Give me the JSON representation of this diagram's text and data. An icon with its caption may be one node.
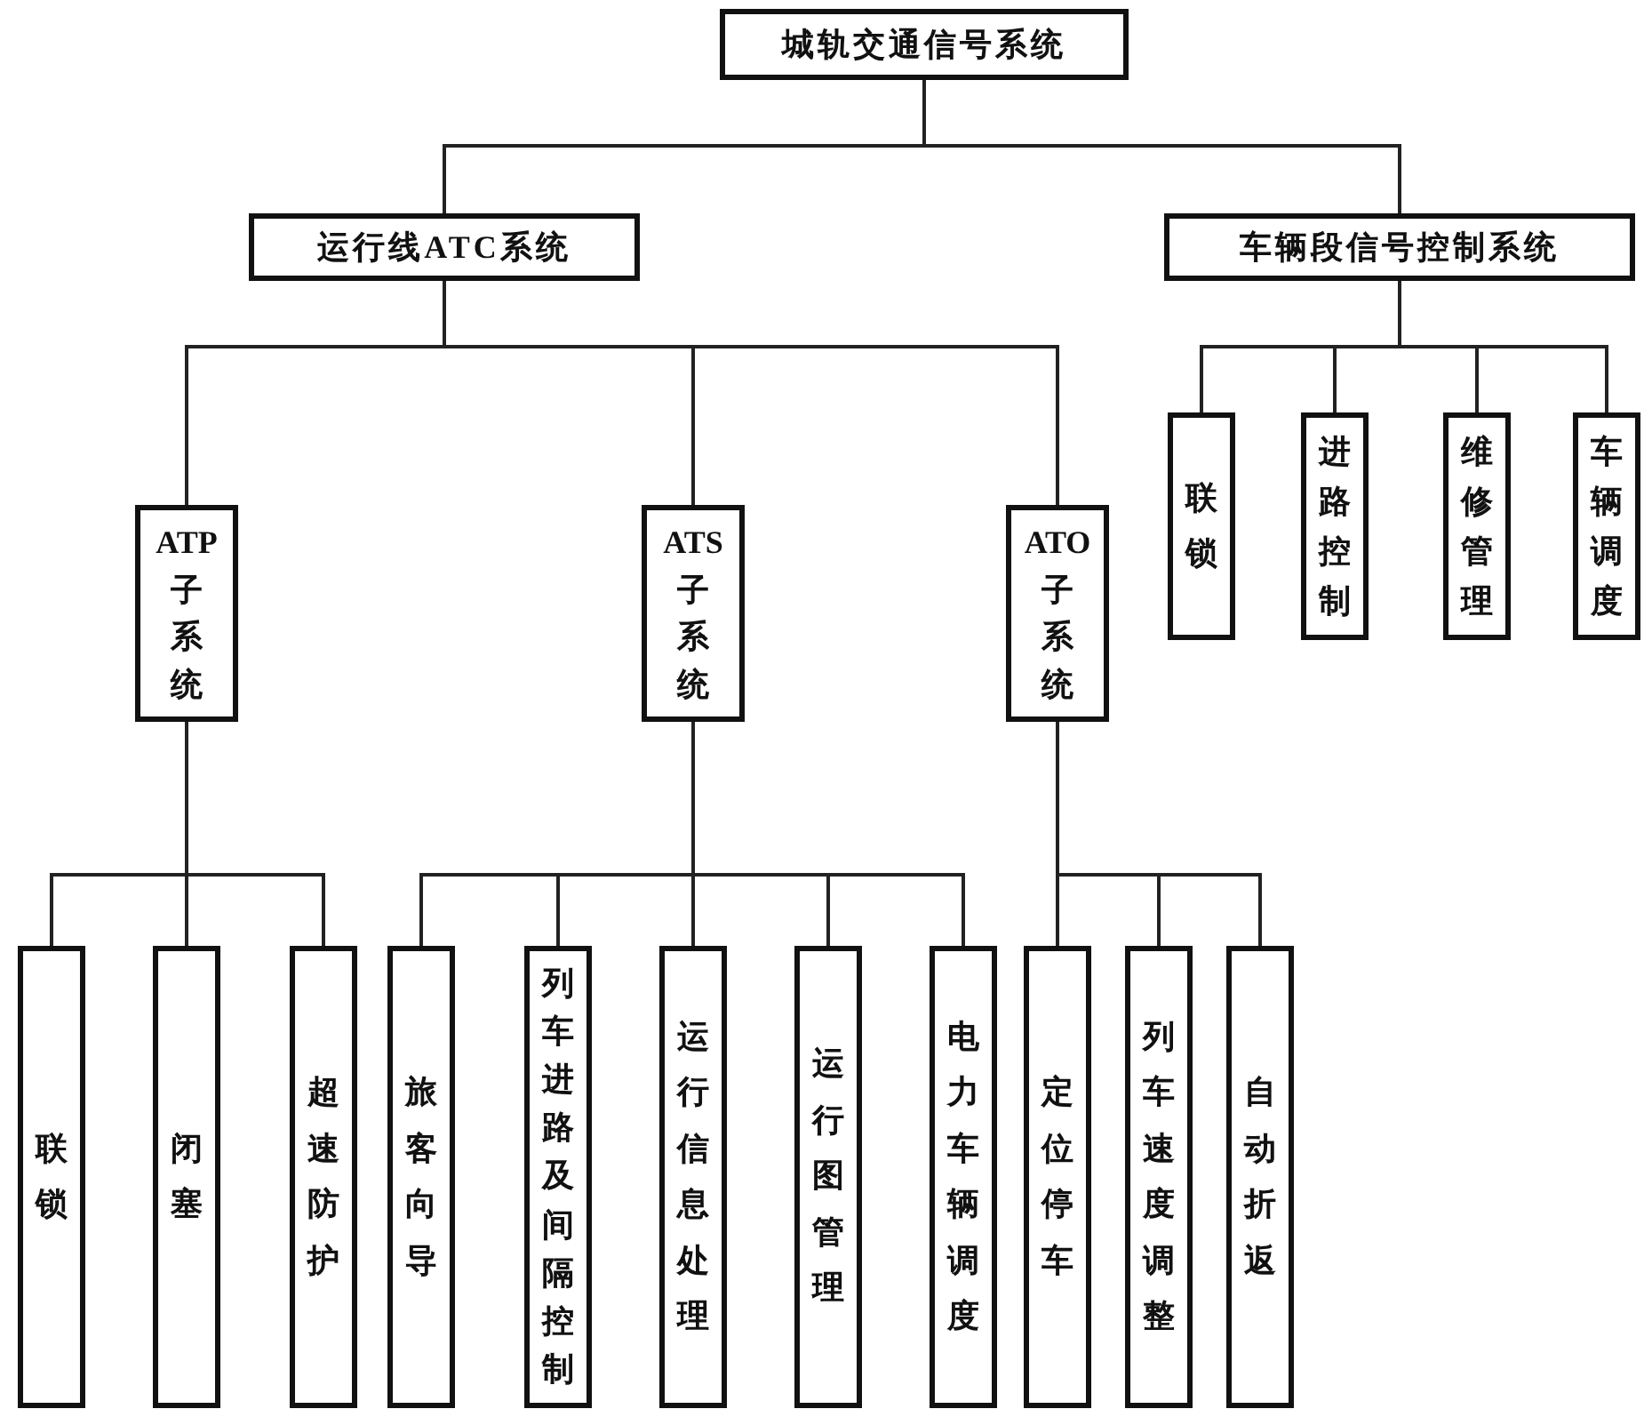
{
  "diagram": {
    "nodes": [
      {
        "text": [
          "城轨交通信号系统"
        ]
      },
      {
        "text": [
          "运行线ATC系统"
        ]
      },
      {
        "text": [
          "车辆段信号控制系统"
        ]
      },
      {
        "text": [
          "ATP子系统"
        ]
      },
      {
        "text": [
          "ATS子系统"
        ]
      },
      {
        "text": [
          "ATO子系统"
        ]
      },
      {
        "text": [
          "联锁"
        ]
      },
      {
        "text": [
          "进路控制"
        ]
      },
      {
        "text": [
          "维修管理"
        ]
      },
      {
        "text": [
          "车辆调度"
        ]
      },
      {
        "text": [
          "联锁"
        ]
      },
      {
        "text": [
          "闭塞"
        ]
      },
      {
        "text": [
          "超速防护"
        ]
      },
      {
        "text": [
          "旅客向导"
        ]
      },
      {
        "text": [
          "列车进路及间隔控制"
        ]
      },
      {
        "text": [
          "运行信息处理"
        ]
      },
      {
        "text": [
          "运行图管理"
        ]
      },
      {
        "text": [
          "电力车辆调度"
        ]
      },
      {
        "text": [
          "定位停车"
        ]
      },
      {
        "text": [
          "列车速度调整"
        ]
      },
      {
        "text": [
          "自动折返"
        ]
      }
    ],
    "edges": [
      {
        "from": 0,
        "to": 1,
        "arrow": "none"
      },
      {
        "from": 0,
        "to": 2,
        "arrow": "none"
      },
      {
        "from": 1,
        "to": 3,
        "arrow": "none"
      },
      {
        "from": 1,
        "to": 4,
        "arrow": "none"
      },
      {
        "from": 1,
        "to": 5,
        "arrow": "none"
      },
      {
        "from": 2,
        "to": 6,
        "arrow": "none"
      },
      {
        "from": 2,
        "to": 7,
        "arrow": "none"
      },
      {
        "from": 2,
        "to": 8,
        "arrow": "none"
      },
      {
        "from": 2,
        "to": 9,
        "arrow": "none"
      },
      {
        "from": 3,
        "to": 10,
        "arrow": "none"
      },
      {
        "from": 3,
        "to": 11,
        "arrow": "none"
      },
      {
        "from": 3,
        "to": 12,
        "arrow": "none"
      },
      {
        "from": 4,
        "to": 13,
        "arrow": "none"
      },
      {
        "from": 4,
        "to": 14,
        "arrow": "none"
      },
      {
        "from": 4,
        "to": 15,
        "arrow": "none"
      },
      {
        "from": 4,
        "to": 16,
        "arrow": "none"
      },
      {
        "from": 4,
        "to": 17,
        "arrow": "none"
      },
      {
        "from": 5,
        "to": 18,
        "arrow": "none"
      },
      {
        "from": 5,
        "to": 19,
        "arrow": "none"
      },
      {
        "from": 5,
        "to": 20,
        "arrow": "none"
      }
    ]
  }
}
